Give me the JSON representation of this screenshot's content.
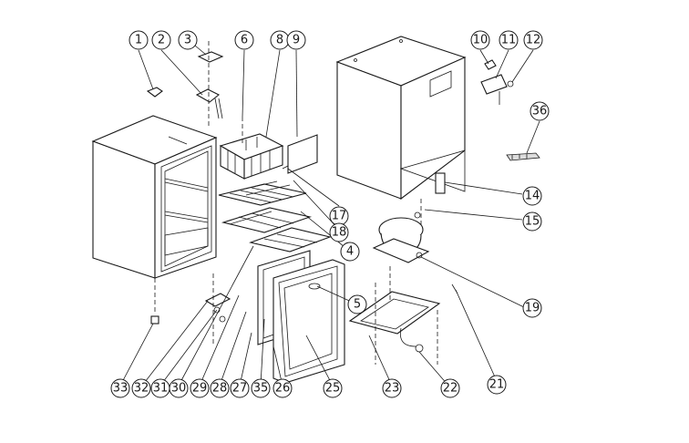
{
  "callouts": [
    {
      "label": "1"
    },
    {
      "label": "2"
    },
    {
      "label": "3"
    },
    {
      "label": "6"
    },
    {
      "label": "8"
    },
    {
      "label": "9"
    },
    {
      "label": "10"
    },
    {
      "label": "11"
    },
    {
      "label": "12"
    },
    {
      "label": "36"
    },
    {
      "label": "14"
    },
    {
      "label": "15"
    },
    {
      "label": "17"
    },
    {
      "label": "18"
    },
    {
      "label": "4"
    },
    {
      "label": "5"
    },
    {
      "label": "19"
    },
    {
      "label": "21"
    },
    {
      "label": "22"
    },
    {
      "label": "23"
    },
    {
      "label": "25"
    },
    {
      "label": "26"
    },
    {
      "label": "35"
    },
    {
      "label": "27"
    },
    {
      "label": "28"
    },
    {
      "label": "29"
    },
    {
      "label": "30"
    },
    {
      "label": "31"
    },
    {
      "label": "32"
    },
    {
      "label": "33"
    }
  ]
}
